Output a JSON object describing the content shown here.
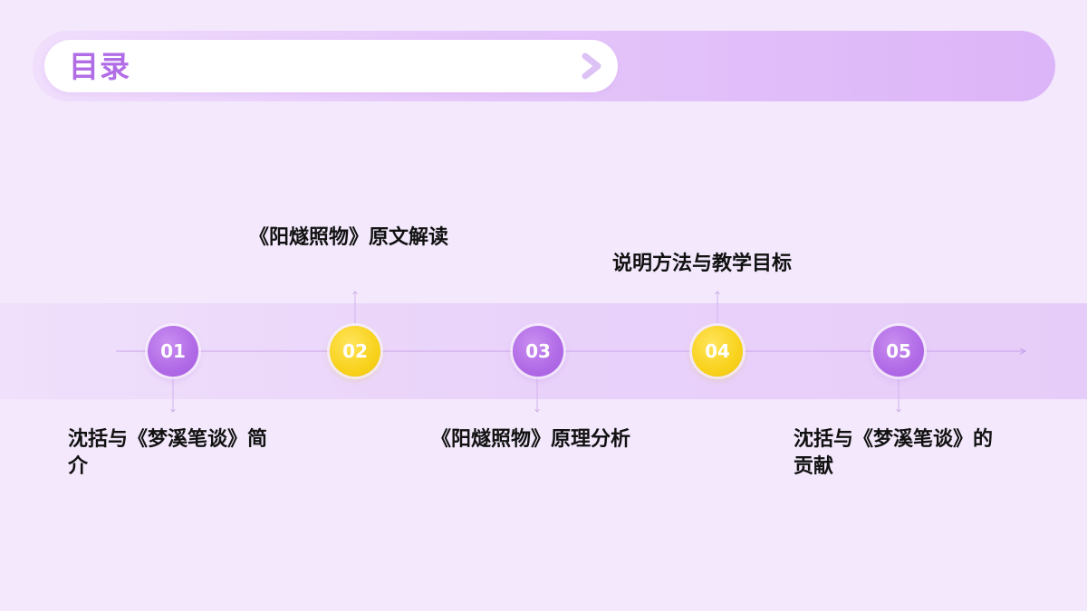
{
  "header": {
    "title": "目录",
    "icon": "chevron-right-icon"
  },
  "colors": {
    "accent_purple": "#b06ae6",
    "accent_yellow": "#f8d21c",
    "background": "#f3e8fc"
  },
  "timeline": {
    "items": [
      {
        "number": "01",
        "label": "沈括与《梦溪笔谈》简介",
        "color": "purple",
        "position": "below"
      },
      {
        "number": "02",
        "label": "《阳燧照物》原文解读",
        "color": "yellow",
        "position": "above"
      },
      {
        "number": "03",
        "label": "《阳燧照物》原理分析",
        "color": "purple",
        "position": "below"
      },
      {
        "number": "04",
        "label": "说明方法与教学目标",
        "color": "yellow",
        "position": "above"
      },
      {
        "number": "05",
        "label": "沈括与《梦溪笔谈》的贡献",
        "color": "purple",
        "position": "below"
      }
    ]
  }
}
